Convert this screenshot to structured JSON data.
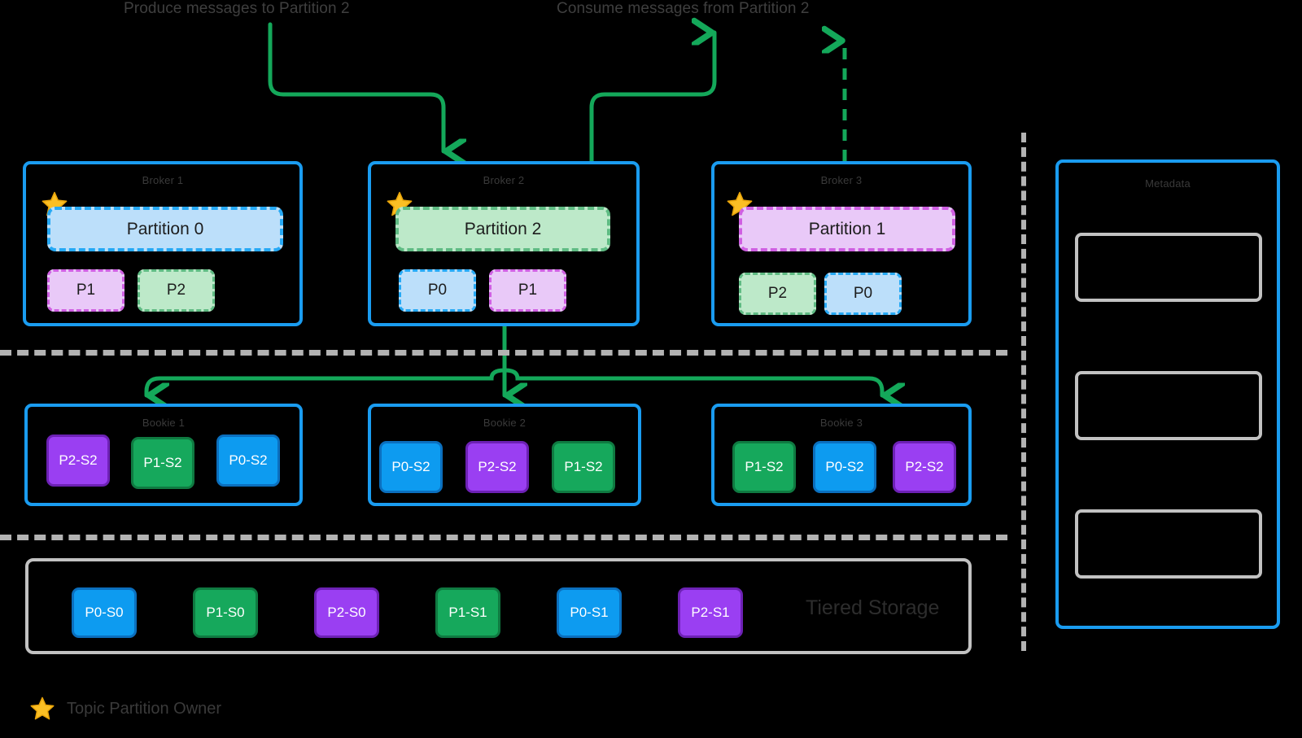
{
  "flows": {
    "produce_label": "Produce messages to Partition 2",
    "consume_label": "Consume messages from Partition 2"
  },
  "brokers": [
    {
      "title": "Broker 1",
      "owner_star": true,
      "owned_partition": {
        "label": "Partition 0",
        "color": "blue"
      },
      "replicas": [
        {
          "label": "P1",
          "color": "purple"
        },
        {
          "label": "P2",
          "color": "green"
        }
      ]
    },
    {
      "title": "Broker 2",
      "owner_star": true,
      "owned_partition": {
        "label": "Partition 2",
        "color": "green"
      },
      "replicas": [
        {
          "label": "P0",
          "color": "blue"
        },
        {
          "label": "P1",
          "color": "purple"
        }
      ]
    },
    {
      "title": "Broker 3",
      "owner_star": true,
      "owned_partition": {
        "label": "Partition 1",
        "color": "purple"
      },
      "replicas": [
        {
          "label": "P2",
          "color": "green"
        },
        {
          "label": "P0",
          "color": "blue"
        }
      ]
    }
  ],
  "bookies": [
    {
      "title": "Bookie 1",
      "segments": [
        {
          "label": "P2-S2",
          "color": "purple"
        },
        {
          "label": "P1-S2",
          "color": "green"
        },
        {
          "label": "P0-S2",
          "color": "blue"
        }
      ]
    },
    {
      "title": "Bookie 2",
      "segments": [
        {
          "label": "P0-S2",
          "color": "blue"
        },
        {
          "label": "P2-S2",
          "color": "purple"
        },
        {
          "label": "P1-S2",
          "color": "green"
        }
      ]
    },
    {
      "title": "Bookie 3",
      "segments": [
        {
          "label": "P1-S2",
          "color": "green"
        },
        {
          "label": "P0-S2",
          "color": "blue"
        },
        {
          "label": "P2-S2",
          "color": "purple"
        }
      ]
    }
  ],
  "tiered_storage": {
    "title": "Tiered Storage",
    "segments": [
      {
        "label": "P0-S0",
        "color": "blue"
      },
      {
        "label": "P1-S0",
        "color": "green"
      },
      {
        "label": "P2-S0",
        "color": "purple"
      },
      {
        "label": "P1-S1",
        "color": "green"
      },
      {
        "label": "P0-S1",
        "color": "blue"
      },
      {
        "label": "P2-S1",
        "color": "purple"
      }
    ]
  },
  "metadata": {
    "title": "Metadata",
    "slots": [
      {
        "label": ""
      },
      {
        "label": ""
      },
      {
        "label": ""
      }
    ]
  },
  "legend": {
    "icon": "star-icon",
    "label": "Topic Partition Owner"
  },
  "colors": {
    "broker_border": "#1a9cf0",
    "arrow_green": "#14a85a",
    "separator_gray": "#b3b3b3",
    "storage_gray": "#c2c2c2",
    "star_gold": "#fbbf24",
    "partition_blue": "#bcdffa",
    "partition_green": "#bde9c9",
    "partition_purple": "#e9c9f8",
    "segment_blue": "#0d9bf0",
    "segment_green": "#16a85c",
    "segment_purple": "#9a3ff2",
    "background": "#000000"
  }
}
